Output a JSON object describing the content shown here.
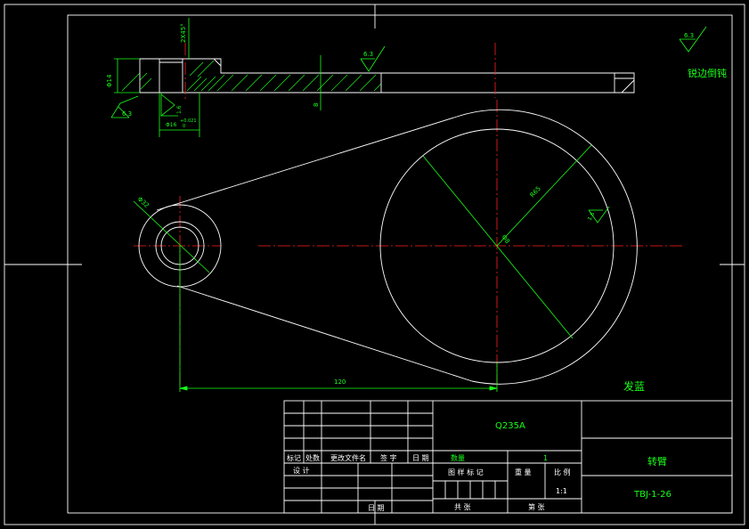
{
  "dimensions": {
    "hole_chamfer": "2X45°",
    "phi14": "Φ14",
    "roughness_section": "6.3",
    "roughness_top": "6.3",
    "roughness_left": "6.3",
    "roughness_bottom_small": "1.6",
    "phi16_label": "Φ16",
    "phi16_tol": "+0.021\n0",
    "thickness": "8",
    "phi_small": "Φ32",
    "r_large": "R65",
    "phi_large": "Φ8",
    "roughness_circle": "1.6",
    "length": "120"
  },
  "notes": {
    "roughness_corner": "6.3",
    "deburr": "锐边倒钝",
    "heat": "发蓝"
  },
  "title_block": {
    "material": "Q235A",
    "part_name": "转臂",
    "drawing_no": "TBJ-1-26",
    "rev_headers": [
      "标记",
      "处数",
      "更改文件名",
      "签 字",
      "日 期"
    ],
    "design": "设 计",
    "date": "日 期",
    "qty_label": "数量",
    "qty_value": "1",
    "stage_label": "图 样 标 记",
    "weight_label": "重 量",
    "scale_label": "比 例",
    "scale_value": "1:1",
    "sheet_total": "共 张",
    "sheet_no": "第 张"
  }
}
